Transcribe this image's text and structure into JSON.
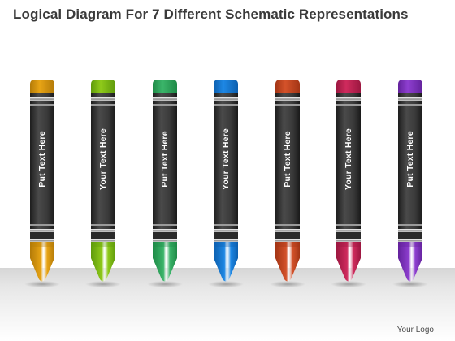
{
  "title": "Logical Diagram For 7 Different Schematic Representations",
  "crayons": [
    {
      "label": "Put Text Here",
      "color": "#e8a415",
      "dark": "#b37a08"
    },
    {
      "label": "Your Text Here",
      "color": "#8fca1a",
      "dark": "#5f9a0c"
    },
    {
      "label": "Put Text Here",
      "color": "#3bb56a",
      "dark": "#1f8a47"
    },
    {
      "label": "Your Text Here",
      "color": "#1e88e5",
      "dark": "#0d5fae"
    },
    {
      "label": "Put Text Here",
      "color": "#d4522a",
      "dark": "#a33515"
    },
    {
      "label": "Your Text Here",
      "color": "#cf2b5d",
      "dark": "#9c1740"
    },
    {
      "label": "Put Text Here",
      "color": "#8e3fd0",
      "dark": "#63229c"
    }
  ],
  "logo": "Your Logo"
}
